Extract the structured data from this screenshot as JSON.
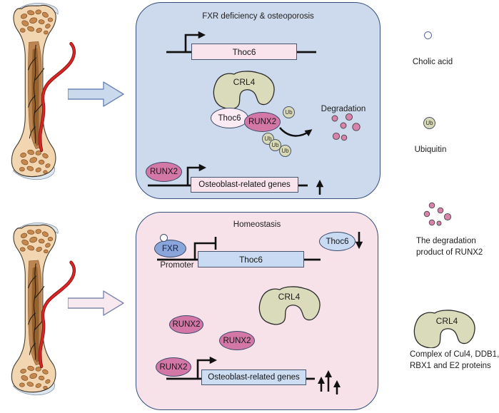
{
  "colors": {
    "panel_top_bg": "#cdd9ec",
    "panel_bottom_bg": "#f7e2e9",
    "panel_border": "#35507a",
    "gene_box_pink": "#f9e3ec",
    "gene_box_blue": "#cddef2",
    "runx2_fill": "#d378a6",
    "thoc6_protein_fill": "#fcebf2",
    "thoc6_blue_fill": "#c9dbf2",
    "fxr_fill": "#8aa5da",
    "crl4_fill": "#d9dbba",
    "ubiquitin_fill": "#d8d9b6",
    "degradation_dot": "#d983ac",
    "transition_arrow_top_fill": "#cbd9ec",
    "transition_arrow_bottom_fill": "#f8e9f0"
  },
  "panel_top": {
    "title": "FXR deficiency & osteoporosis",
    "thoc6_gene": "Thoc6",
    "crl4": "CRL4",
    "thoc6_protein": "Thoc6",
    "runx2": "RUNX2",
    "ub": "Ub",
    "degradation": "Degradation",
    "runx2_tf": "RUNX2",
    "osteoblast_genes": "Osteoblast-related genes"
  },
  "panel_bottom": {
    "title": "Homeostasis",
    "fxr": "FXR",
    "promoter": "Promoter",
    "thoc6_gene": "Thoc6",
    "thoc6_protein": "Thoc6",
    "crl4": "CRL4",
    "runx2": "RUNX2",
    "osteoblast_genes": "Osteoblast-related genes"
  },
  "legend": {
    "cholic_acid": {
      "label": "Cholic acid"
    },
    "ubiquitin": {
      "symbol": "Ub",
      "label": "Ubiquitin"
    },
    "degradation_product": {
      "line1": "The degradation",
      "line2": "product of RUNX2"
    },
    "crl4_complex": {
      "symbol": "CRL4",
      "line1": "Complex of Cul4, DDB1,",
      "line2": "RBX1 and E2 proteins"
    }
  }
}
